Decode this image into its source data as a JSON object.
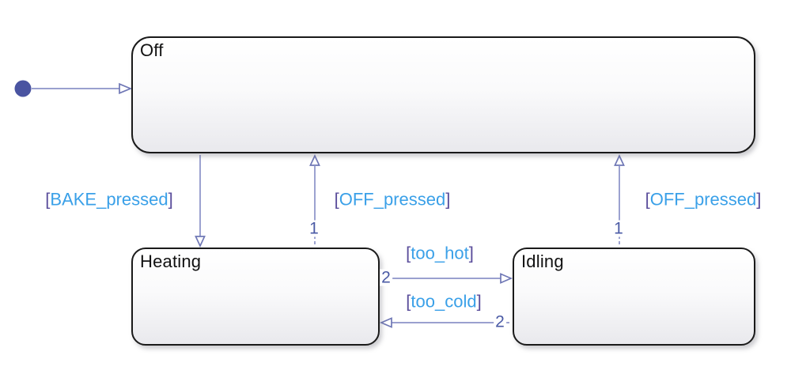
{
  "diagram": {
    "states": {
      "off": {
        "label": "Off"
      },
      "heating": {
        "label": "Heating"
      },
      "idling": {
        "label": "Idling"
      }
    },
    "initial_transition": {
      "target": "Off"
    },
    "transitions": {
      "bake": {
        "open": "[",
        "condition": "BAKE_pressed",
        "close": "]",
        "source": "Off",
        "target": "Heating"
      },
      "off_from_heating": {
        "open": "[",
        "condition": "OFF_pressed",
        "close": "]",
        "order": "1",
        "source": "Heating",
        "target": "Off"
      },
      "off_from_idling": {
        "open": "[",
        "condition": "OFF_pressed",
        "close": "]",
        "order": "1",
        "source": "Idling",
        "target": "Off"
      },
      "too_hot": {
        "open": "[",
        "condition": "too_hot",
        "close": "]",
        "order": "2",
        "source": "Heating",
        "target": "Idling"
      },
      "too_cold": {
        "open": "[",
        "condition": "too_cold",
        "close": "]",
        "order": "2",
        "source": "Idling",
        "target": "Heating"
      }
    },
    "colors": {
      "transition_line": "#8b92c8",
      "arrowhead_outline": "#6f77b5",
      "transition_order_number": "#4a5aa5",
      "label_bracket": "#5a4d9b",
      "label_condition": "#3aa0e8",
      "initial_dot": "#4a54a1",
      "state_border": "#1a1a1a"
    }
  }
}
